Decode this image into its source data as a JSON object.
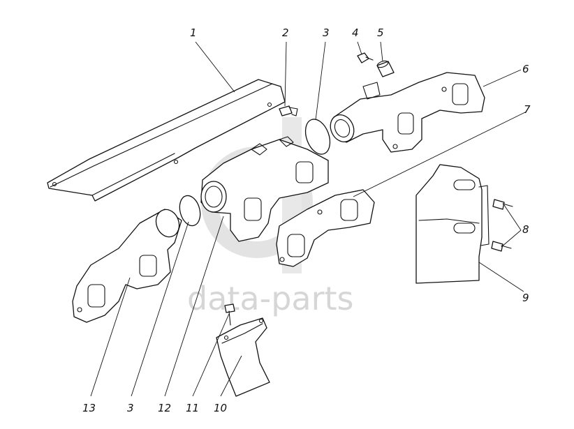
{
  "watermark": {
    "text": "data-parts"
  },
  "callouts": [
    {
      "id": "c1",
      "label": "1"
    },
    {
      "id": "c2",
      "label": "2"
    },
    {
      "id": "c3a",
      "label": "3"
    },
    {
      "id": "c4",
      "label": "4"
    },
    {
      "id": "c5",
      "label": "5"
    },
    {
      "id": "c6",
      "label": "6"
    },
    {
      "id": "c7",
      "label": "7"
    },
    {
      "id": "c8",
      "label": "8"
    },
    {
      "id": "c9",
      "label": "9"
    },
    {
      "id": "c13",
      "label": "13"
    },
    {
      "id": "c3b",
      "label": "3"
    },
    {
      "id": "c12",
      "label": "12"
    },
    {
      "id": "c11",
      "label": "11"
    },
    {
      "id": "c10",
      "label": "10"
    }
  ],
  "colors": {
    "line": "#111111",
    "watermark": "#d6d6d6",
    "background": "#ffffff"
  }
}
